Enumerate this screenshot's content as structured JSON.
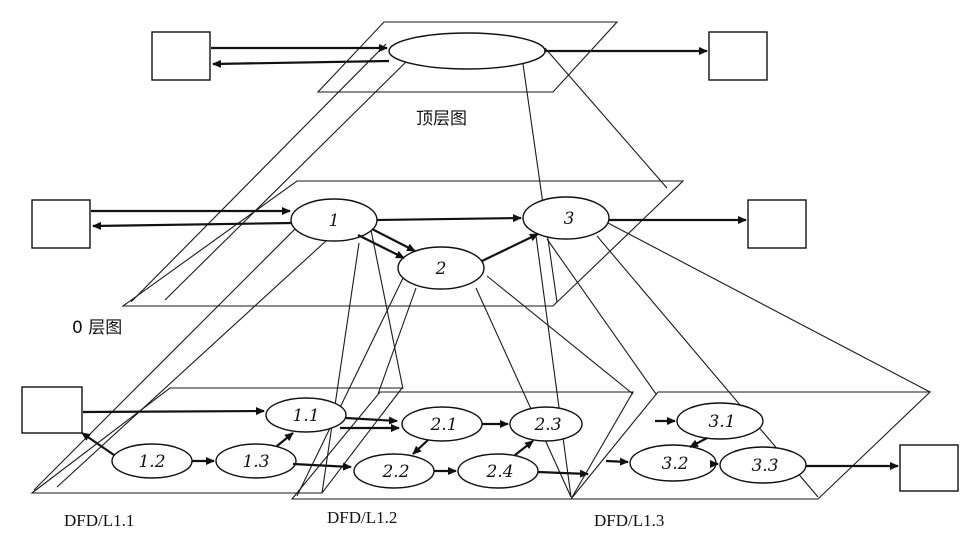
{
  "labels": {
    "top": "顶层图",
    "level0": "0 层图",
    "l11": "DFD/L1.1",
    "l12": "DFD/L1.2",
    "l13": "DFD/L1.3"
  },
  "processes": {
    "p1": "1",
    "p2": "2",
    "p3": "3",
    "p11": "1.1",
    "p12": "1.2",
    "p13": "1.3",
    "p21": "2.1",
    "p22": "2.2",
    "p23": "2.3",
    "p24": "2.4",
    "p31": "3.1",
    "p32": "3.2",
    "p33": "3.3"
  }
}
